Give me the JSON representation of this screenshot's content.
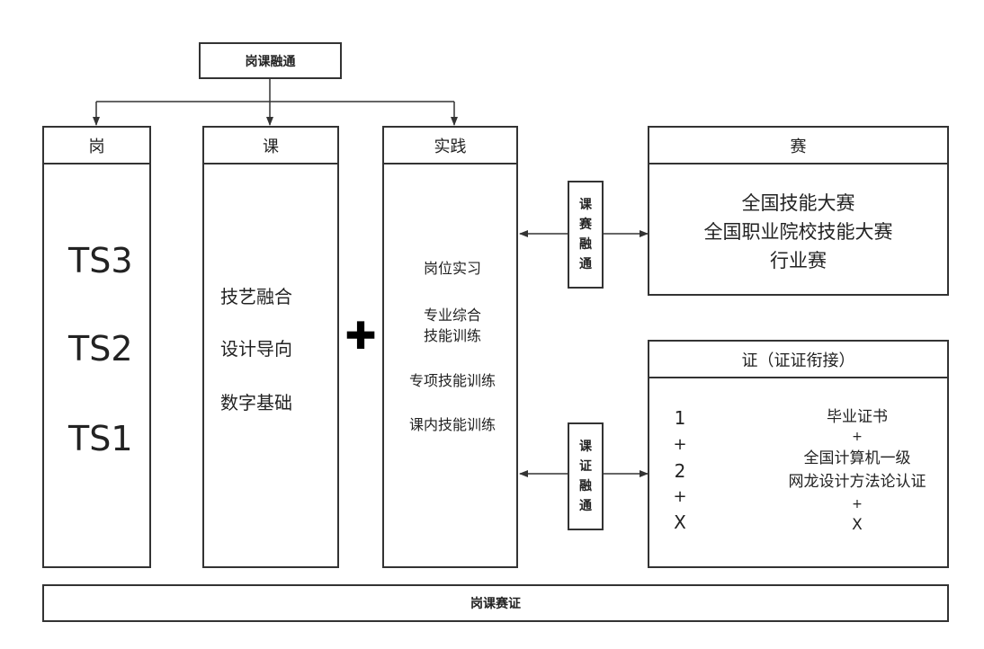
{
  "top_label": "岗课融通",
  "bottom_label": "岗课赛证",
  "columns": {
    "gang": {
      "title": "岗",
      "levels": [
        "TS3",
        "TS2",
        "TS1"
      ]
    },
    "ke": {
      "title": "课",
      "items": [
        "技艺融合",
        "设计导向",
        "数字基础"
      ]
    },
    "plus_symbol": "✚",
    "shijian": {
      "title": "实践",
      "items": [
        "岗位实习",
        "专业综合",
        "技能训练",
        "专项技能训练",
        "课内技能训练"
      ]
    },
    "sai": {
      "title": "赛",
      "items": [
        "全国技能大赛",
        "全国职业院校技能大赛",
        "行业赛"
      ]
    },
    "zheng": {
      "title": "证（证证衔接）",
      "left": [
        "1",
        "+",
        "2",
        "+",
        "X"
      ],
      "right": [
        "毕业证书",
        "+",
        "全国计算机一级",
        "网龙设计方法论认证",
        "+",
        "X"
      ]
    }
  },
  "connectors": {
    "ke_sai": [
      "课",
      "赛",
      "融",
      "通"
    ],
    "ke_zheng": [
      "课",
      "证",
      "融",
      "通"
    ]
  }
}
